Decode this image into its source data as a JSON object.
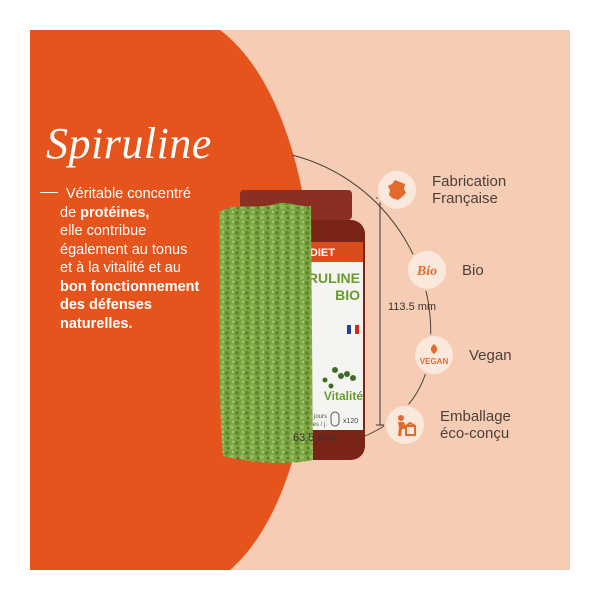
{
  "title": "Spiruline",
  "description": {
    "l1": "Véritable concentré",
    "l2_pre": "de ",
    "l2_bold": "protéines,",
    "l3": "elle contribue",
    "l4": "également au tonus",
    "l5": "et à la vitalité et au",
    "l6_bold": "bon fonctionnement",
    "l7_bold": "des défenses",
    "l8_bold": "naturelles."
  },
  "product": {
    "brand": "SUPERDIET",
    "name_line1": "SPIRULINE",
    "name_line2": "BIO",
    "tagline": "Vitalité",
    "count": "120",
    "small_line1": "jours",
    "small_line2": "gélules / j."
  },
  "dimensions": {
    "height": "113.5 mm",
    "width": "63.5 mm"
  },
  "features": [
    {
      "label_line1": "Fabrication",
      "label_line2": "Française",
      "icon": "france-map-icon"
    },
    {
      "label_line1": "Bio",
      "label_line2": "",
      "icon": "bio-leaf-icon"
    },
    {
      "label_line1": "Vegan",
      "label_line2": "",
      "icon": "vegan-badge-icon"
    },
    {
      "label_line1": "Emballage",
      "label_line2": "éco-conçu",
      "icon": "eco-packaging-icon"
    }
  ],
  "colors": {
    "orange": "#e5541c",
    "peach": "#f6cdb4",
    "icon_orange": "#e26a2c",
    "spirulina_green": "#6e9a3a"
  }
}
